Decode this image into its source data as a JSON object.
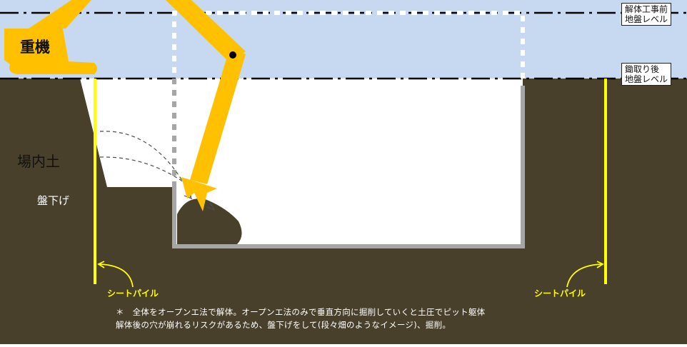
{
  "labels": {
    "machine": "重機",
    "onsite_soil": "場内土",
    "bench_cut": "盤下げ",
    "sheet_pile_left": "シートパイル",
    "sheet_pile_right": "シートパイル",
    "level_before": [
      "解体工事前",
      "地盤レベル"
    ],
    "level_after": [
      "鋤取り後",
      "地盤レベル"
    ]
  },
  "note": {
    "line1": "＊　全体をオープンエ法で解体。オープンエ法のみで垂直方向に掘削していくと土圧でピット躯体",
    "line2": "解体後の穴が崩れるリスクがあるため、盤下げをして(段々畑のようなイメージ)、掘削。"
  },
  "colors": {
    "sky": "#c6d9f1",
    "soil": "#48402b",
    "excavator": "#ffc000",
    "sheet_pile": "#ffff00",
    "pit_wall": "#a6a6a6",
    "level_line": "#000000",
    "note_text": "#ffffff"
  }
}
